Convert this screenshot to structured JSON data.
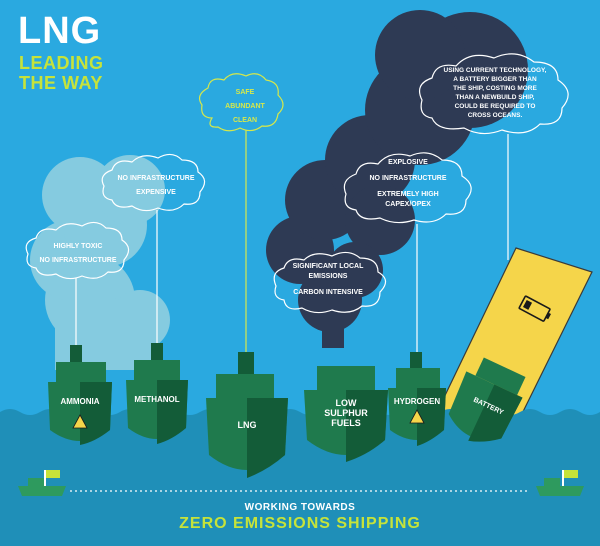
{
  "title": {
    "main": "LNG",
    "line2": "LEADING",
    "line3": "THE WAY"
  },
  "clouds": {
    "lng": [
      "SAFE",
      "ABUNDANT",
      "CLEAN"
    ],
    "methanol": [
      "NO INFRASTRUCTURE",
      "EXPENSIVE"
    ],
    "ammonia": [
      "HIGHLY TOXIC",
      "NO INFRASTRUCTURE"
    ],
    "lsf": [
      "SIGNIFICANT LOCAL",
      "EMISSIONS",
      "CARBON INTENSIVE"
    ],
    "hydrogen": [
      "EXPLOSIVE",
      "NO INFRASTRUCTURE",
      "EXTREMELY HIGH",
      "CAPEX/OPEX"
    ],
    "battery": [
      "USING CURRENT TECHNOLOGY,",
      "A BATTERY BIGGER THAN",
      "THE SHIP, COSTING MORE",
      "THAN A NEWBUILD SHIP,",
      "COULD BE REQUIRED TO",
      "CROSS OCEANS."
    ]
  },
  "ships": {
    "ammonia": "AMMONIA",
    "methanol": "METHANOL",
    "lng": "LNG",
    "lsf": [
      "LOW",
      "SULPHUR",
      "FUELS"
    ],
    "hydrogen": "HYDROGEN",
    "battery": "BATTERY"
  },
  "footer": {
    "line1": "WORKING TOWARDS",
    "line2": "ZERO EMISSIONS SHIPPING"
  },
  "colors": {
    "sky": "#2aa9e0",
    "sea": "#1f8fb8",
    "hull": "#1f7a4d",
    "hull_dark": "#135c38",
    "smoke_dark": "#2e3a54",
    "smoke_light": "#7dc8dc",
    "accent": "#c6e33a",
    "battery": "#f5d54a"
  }
}
